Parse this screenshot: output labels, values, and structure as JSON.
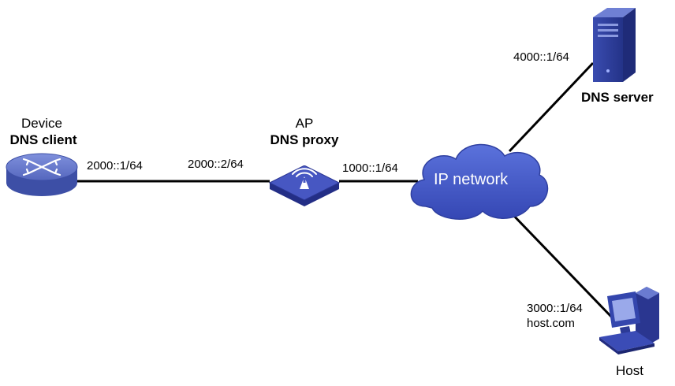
{
  "nodes": {
    "device": {
      "name": "Device",
      "role": "DNS client"
    },
    "ap": {
      "name": "AP",
      "role": "DNS proxy"
    },
    "cloud": {
      "label": "IP network"
    },
    "dns_server": {
      "role": "DNS server"
    },
    "host": {
      "name": "Host"
    }
  },
  "interfaces": {
    "device_if": "2000::1/64",
    "ap_if_left": "2000::2/64",
    "ap_if_right": "1000::1/64",
    "server_if": "4000::1/64",
    "host_if": "3000::1/64",
    "host_domain": "host.com"
  },
  "colors": {
    "device_blue": "#4a5fb5",
    "ap_blue": "#3a47b0",
    "cloud_blue": "#3f56c8",
    "server_blue": "#2f3f9a",
    "host_blue": "#3544a8",
    "link": "#000000"
  },
  "icons": {
    "device": "switch-router-icon",
    "ap": "wireless-ap-icon",
    "cloud": "cloud-icon",
    "dns_server": "server-tower-icon",
    "host": "desktop-computer-icon"
  }
}
